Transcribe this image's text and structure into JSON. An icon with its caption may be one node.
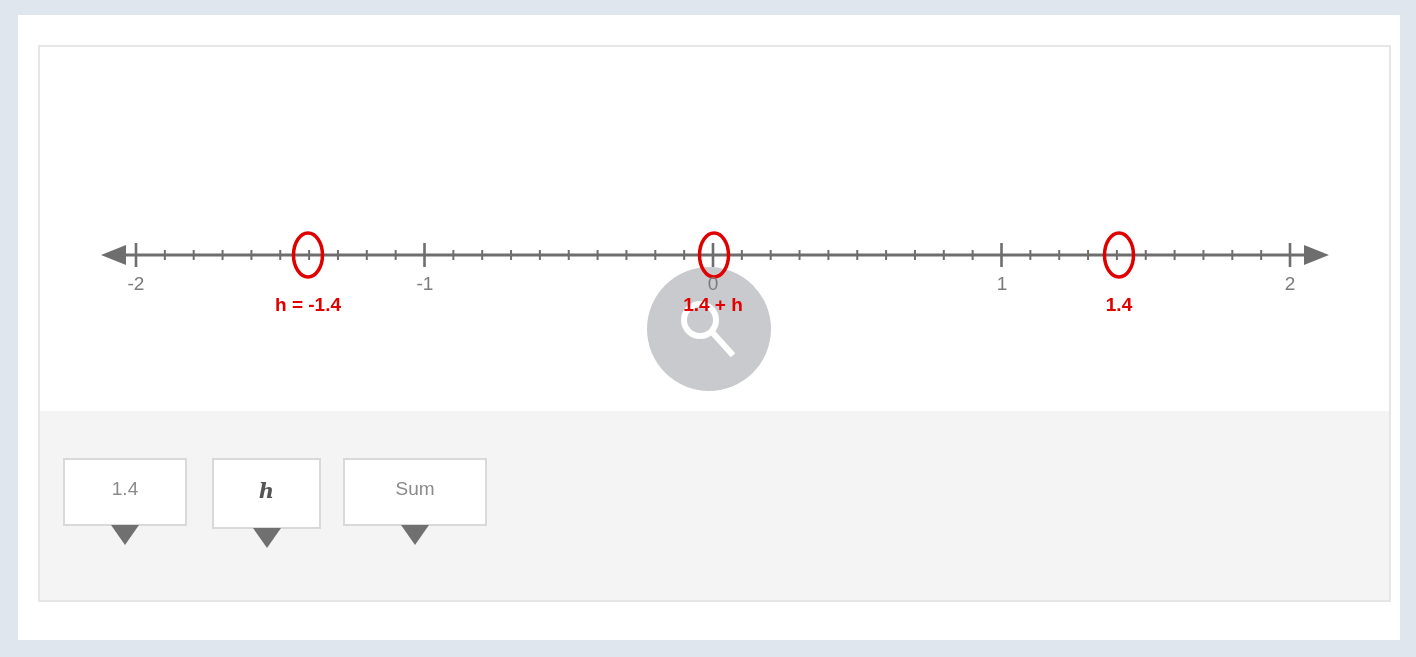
{
  "diagram": {
    "nodes": [
      {
        "text": [
          "1.4"
        ]
      },
      {
        "text": [
          "h"
        ]
      },
      {
        "text": [
          "Sum"
        ]
      }
    ],
    "labels": [
      "-2",
      "-1",
      "0",
      "1",
      "2",
      "h = -1.4",
      "1.4 + h",
      "1.4"
    ]
  }
}
